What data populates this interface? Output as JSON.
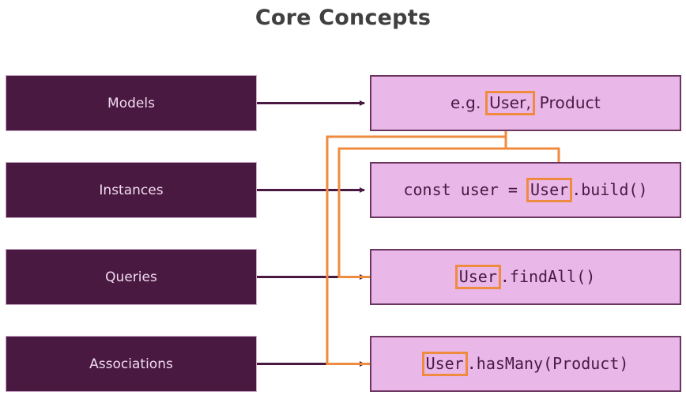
{
  "title": "Core Concepts",
  "colors": {
    "dark_purple": "#4A1942",
    "light_pink": "#E9B8E8",
    "pink_border": "#6B3560",
    "orange_accent": "#EF8B3F",
    "title_gray": "#404040",
    "concept_label": "#F0DCEE"
  },
  "rows": [
    {
      "concept": "Models",
      "code_prefix": "e.g. ",
      "code_token": "User,",
      "code_suffix": " Product",
      "style": "prose"
    },
    {
      "concept": "Instances",
      "code_prefix": "const user = ",
      "code_token": "User",
      "code_suffix": ".build()",
      "style": "mono"
    },
    {
      "concept": "Queries",
      "code_prefix": "",
      "code_token": "User",
      "code_suffix": ".findAll()",
      "style": "mono"
    },
    {
      "concept": "Associations",
      "code_prefix": "",
      "code_token": "User",
      "code_suffix": ".hasMany(Product)",
      "style": "mono"
    }
  ],
  "connectors": {
    "concept_to_code": "dark-purple-arrow",
    "token_links": "orange-branch-tree"
  }
}
